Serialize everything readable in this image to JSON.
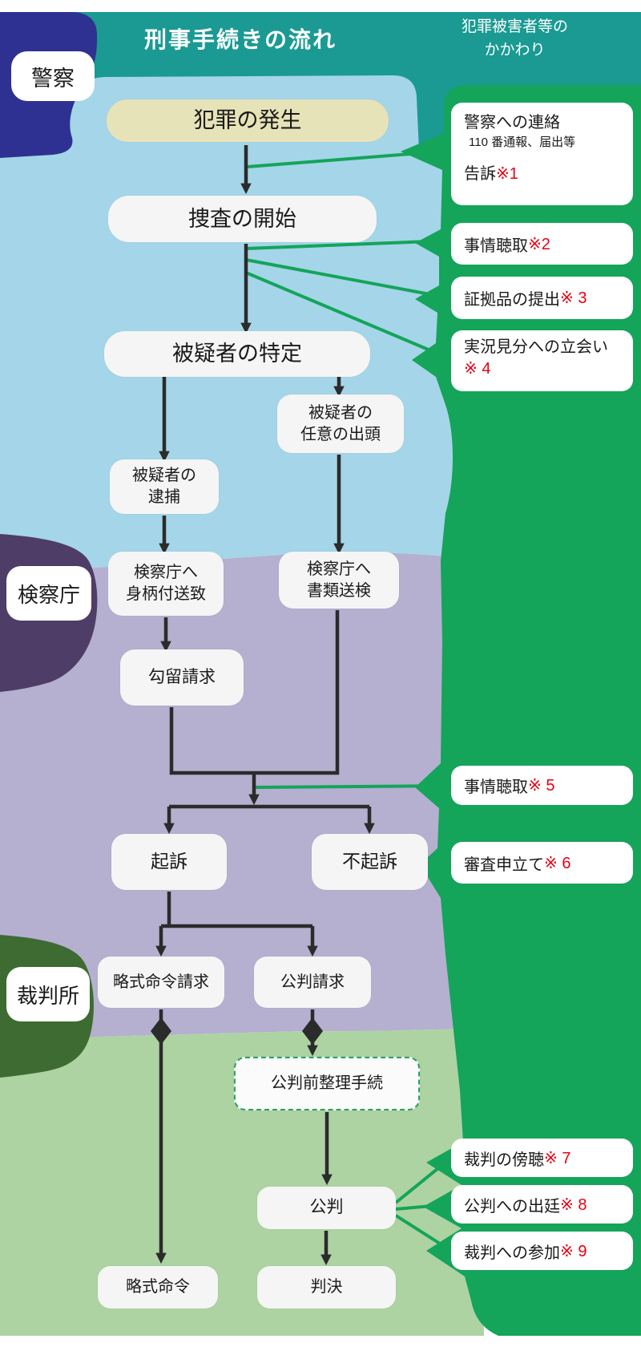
{
  "header": {
    "title": "刑事手続きの流れ",
    "right_title_line1": "犯罪被害者等の",
    "right_title_line2": "かかわり"
  },
  "sections": {
    "police": "警察",
    "prosecutor": "検察庁",
    "court": "裁判所"
  },
  "flow": {
    "hassei": "犯罪の発生",
    "sousa": "捜査の開始",
    "tokutei": "被疑者の特定",
    "shutto_l1": "被疑者の",
    "shutto_l2": "任意の出頭",
    "taiho_l1": "被疑者の",
    "taiho_l2": "逮捕",
    "migara_l1": "検察庁へ",
    "migara_l2": "身柄付送致",
    "shorui_l1": "検察庁へ",
    "shorui_l2": "書類送検",
    "koryu": "勾留請求",
    "kiso": "起訴",
    "fukiso": "不起訴",
    "ryakushiki_seikyu": "略式命令請求",
    "kohan_seikyu": "公判請求",
    "seiri": "公判前整理手続",
    "kohan": "公判",
    "ryakushiki": "略式命令",
    "hanketsu": "判決"
  },
  "victim": {
    "b1_line1": "警察への連絡",
    "b1_line2": "110 番通報、届出等",
    "b1_line3": "告訴",
    "b1_ref": "※1",
    "b2": "事情聴取",
    "b2_ref": "※2",
    "b3": "証拠品の提出",
    "b3_ref": "※ 3",
    "b4": "実況見分への立会い",
    "b4_ref": "※ 4",
    "b5": "事情聴取",
    "b5_ref": "※ 5",
    "b6": "審査申立て",
    "b6_ref": "※ 6",
    "b7": "裁判の傍聴",
    "b7_ref": "※ 7",
    "b8": "公判への出廷",
    "b8_ref": "※ 8",
    "b9": "裁判への参加",
    "b9_ref": "※ 9"
  },
  "colors": {
    "teal_header": "#1a9a93",
    "navy_police": "#2e3191",
    "light_blue": "#a5d5e8",
    "dark_purple": "#4e3d66",
    "light_purple": "#b5afd0",
    "dark_green_blob": "#3d6b31",
    "light_green": "#acd3a1",
    "panel_green": "#14a45a",
    "box_beige": "#e7e3b8",
    "note_red": "#e60012",
    "arrow_black": "#2b2b2b"
  }
}
